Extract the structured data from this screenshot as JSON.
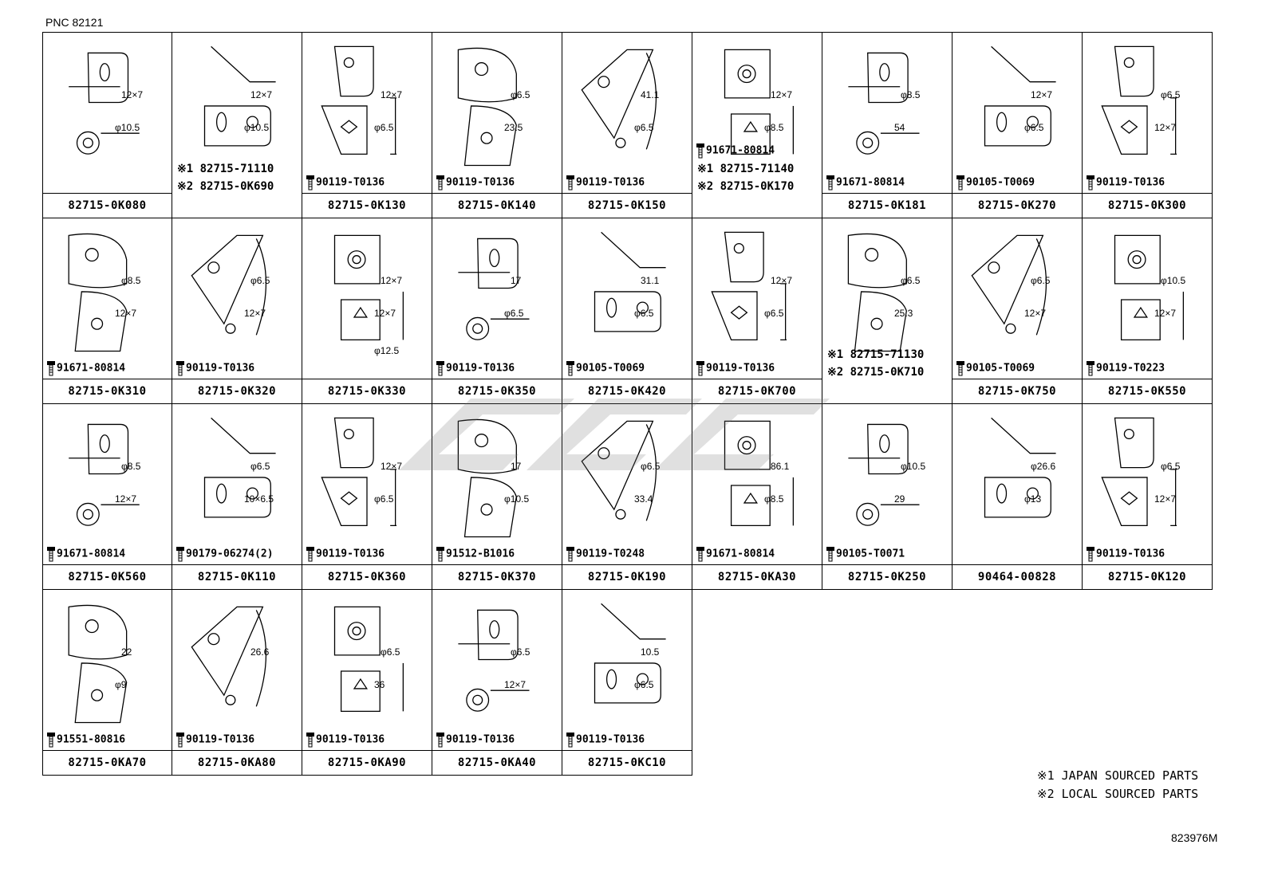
{
  "pnc": "PNC 82121",
  "drawing_number": "823976M",
  "notes": [
    "※1 JAPAN SOURCED PARTS",
    "※2 LOCAL SOURCED PARTS"
  ],
  "cells": [
    {
      "part": "82715-0K080",
      "bolt": "",
      "alt": [],
      "dims": [
        "12×7",
        "φ10.5"
      ]
    },
    {
      "part": "",
      "bolt": "",
      "alt": [
        "※1 82715-71110",
        "※2 82715-0K690"
      ],
      "dims": [
        "12×7",
        "φ10.5"
      ]
    },
    {
      "part": "82715-0K130",
      "bolt": "90119-T0136",
      "alt": [],
      "dims": [
        "12×7",
        "φ6.5"
      ]
    },
    {
      "part": "82715-0K140",
      "bolt": "90119-T0136",
      "alt": [],
      "dims": [
        "φ6.5",
        "23.5"
      ]
    },
    {
      "part": "82715-0K150",
      "bolt": "90119-T0136",
      "alt": [],
      "dims": [
        "41.1",
        "φ6.5"
      ]
    },
    {
      "part": "",
      "bolt": "91671-80814",
      "alt": [
        "※1 82715-71140",
        "※2 82715-0K170"
      ],
      "dims": [
        "12×7",
        "φ8.5"
      ]
    },
    {
      "part": "82715-0K181",
      "bolt": "91671-80814",
      "alt": [],
      "dims": [
        "φ8.5",
        "54"
      ]
    },
    {
      "part": "82715-0K270",
      "bolt": "90105-T0069",
      "alt": [],
      "dims": [
        "12×7",
        "φ6.5"
      ]
    },
    {
      "part": "82715-0K300",
      "bolt": "90119-T0136",
      "alt": [],
      "dims": [
        "φ6.5",
        "12×7"
      ]
    },
    {
      "part": "82715-0K310",
      "bolt": "91671-80814",
      "alt": [],
      "dims": [
        "φ8.5",
        "12×7"
      ]
    },
    {
      "part": "82715-0K320",
      "bolt": "90119-T0136",
      "alt": [],
      "dims": [
        "φ6.5",
        "12×7"
      ]
    },
    {
      "part": "82715-0K330",
      "bolt": "",
      "alt": [],
      "dims": [
        "12×7",
        "12×7",
        "φ12.5"
      ]
    },
    {
      "part": "82715-0K350",
      "bolt": "90119-T0136",
      "alt": [],
      "dims": [
        "17",
        "φ6.5"
      ]
    },
    {
      "part": "82715-0K420",
      "bolt": "90105-T0069",
      "alt": [],
      "dims": [
        "31.1",
        "φ6.5"
      ]
    },
    {
      "part": "82715-0K700",
      "bolt": "90119-T0136",
      "alt": [],
      "dims": [
        "12×7",
        "φ6.5"
      ]
    },
    {
      "part": "",
      "bolt": "",
      "alt": [
        "※1 82715-71130",
        "※2 82715-0K710"
      ],
      "dims": [
        "φ6.5",
        "25.3"
      ]
    },
    {
      "part": "82715-0K750",
      "bolt": "90105-T0069",
      "alt": [],
      "dims": [
        "φ6.5",
        "12×7"
      ]
    },
    {
      "part": "82715-0K550",
      "bolt": "90119-T0223",
      "alt": [],
      "dims": [
        "φ10.5",
        "12×7"
      ]
    },
    {
      "part": "82715-0K560",
      "bolt": "91671-80814",
      "alt": [],
      "dims": [
        "φ8.5",
        "12×7"
      ]
    },
    {
      "part": "82715-0K110",
      "bolt": "90179-06274(2)",
      "alt": [],
      "dims": [
        "φ6.5",
        "10×6.5"
      ]
    },
    {
      "part": "82715-0K360",
      "bolt": "90119-T0136",
      "alt": [],
      "dims": [
        "12×7",
        "φ6.5"
      ]
    },
    {
      "part": "82715-0K370",
      "bolt": "91512-B1016",
      "alt": [],
      "dims": [
        "17",
        "φ10.5"
      ]
    },
    {
      "part": "82715-0K190",
      "bolt": "90119-T0248",
      "alt": [],
      "dims": [
        "φ6.5",
        "33.4"
      ]
    },
    {
      "part": "82715-0KA30",
      "bolt": "91671-80814",
      "alt": [],
      "dims": [
        "86.1",
        "φ8.5"
      ]
    },
    {
      "part": "82715-0K250",
      "bolt": "90105-T0071",
      "alt": [],
      "dims": [
        "φ10.5",
        "29"
      ]
    },
    {
      "part": "90464-00828",
      "bolt": "",
      "alt": [],
      "dims": [
        "φ26.6",
        "φ13"
      ]
    },
    {
      "part": "82715-0K120",
      "bolt": "90119-T0136",
      "alt": [],
      "dims": [
        "φ6.5",
        "12×7"
      ]
    },
    {
      "part": "82715-0KA70",
      "bolt": "91551-80816",
      "alt": [],
      "dims": [
        "22",
        "φ9"
      ]
    },
    {
      "part": "82715-0KA80",
      "bolt": "90119-T0136",
      "alt": [],
      "dims": [
        "26.6"
      ]
    },
    {
      "part": "82715-0KA90",
      "bolt": "90119-T0136",
      "alt": [],
      "dims": [
        "φ6.5",
        "36"
      ]
    },
    {
      "part": "82715-0KA40",
      "bolt": "90119-T0136",
      "alt": [],
      "dims": [
        "φ6.5",
        "12×7"
      ]
    },
    {
      "part": "82715-0KC10",
      "bolt": "90119-T0136",
      "alt": [],
      "dims": [
        "10.5",
        "φ6.5"
      ]
    }
  ]
}
